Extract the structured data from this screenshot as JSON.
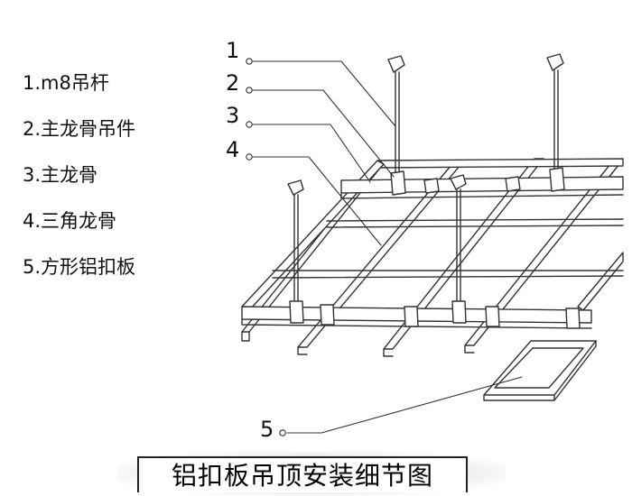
{
  "legend": [
    {
      "number": "1",
      "text": "1.m8吊杆"
    },
    {
      "number": "2",
      "text": "2.主龙骨吊件"
    },
    {
      "number": "3",
      "text": "3.主龙骨"
    },
    {
      "number": "4",
      "text": "4.三角龙骨"
    },
    {
      "number": "5",
      "text": "5.方形铝扣板"
    }
  ],
  "callouts": [
    "1",
    "2",
    "3",
    "4",
    "5"
  ],
  "caption": "铝扣板吊顶安装细节图",
  "colors": {
    "line": "#333333",
    "text": "#111111",
    "background": "#ffffff"
  }
}
